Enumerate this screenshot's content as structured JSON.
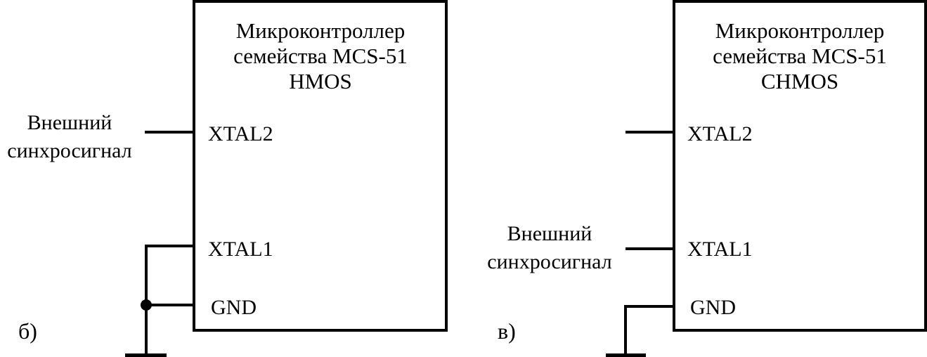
{
  "diagrams": [
    {
      "id": "b",
      "panel_label": "б)",
      "chip": {
        "title_line1": "Микроконтроллер",
        "title_line2": "семейства MCS-51",
        "title_line3": "HMOS"
      },
      "pins": {
        "xtal2": "XTAL2",
        "xtal1": "XTAL1",
        "gnd": "GND"
      },
      "external_signal": {
        "line1": "Внешний",
        "line2": "синхросигнал",
        "connected_pin": "XTAL2"
      }
    },
    {
      "id": "v",
      "panel_label": "в)",
      "chip": {
        "title_line1": "Микроконтроллер",
        "title_line2": "семейства MCS-51",
        "title_line3": "CHMOS"
      },
      "pins": {
        "xtal2": "XTAL2",
        "xtal1": "XTAL1",
        "gnd": "GND"
      },
      "external_signal": {
        "line1": "Внешний",
        "line2": "синхросигнал",
        "connected_pin": "XTAL1"
      }
    }
  ]
}
